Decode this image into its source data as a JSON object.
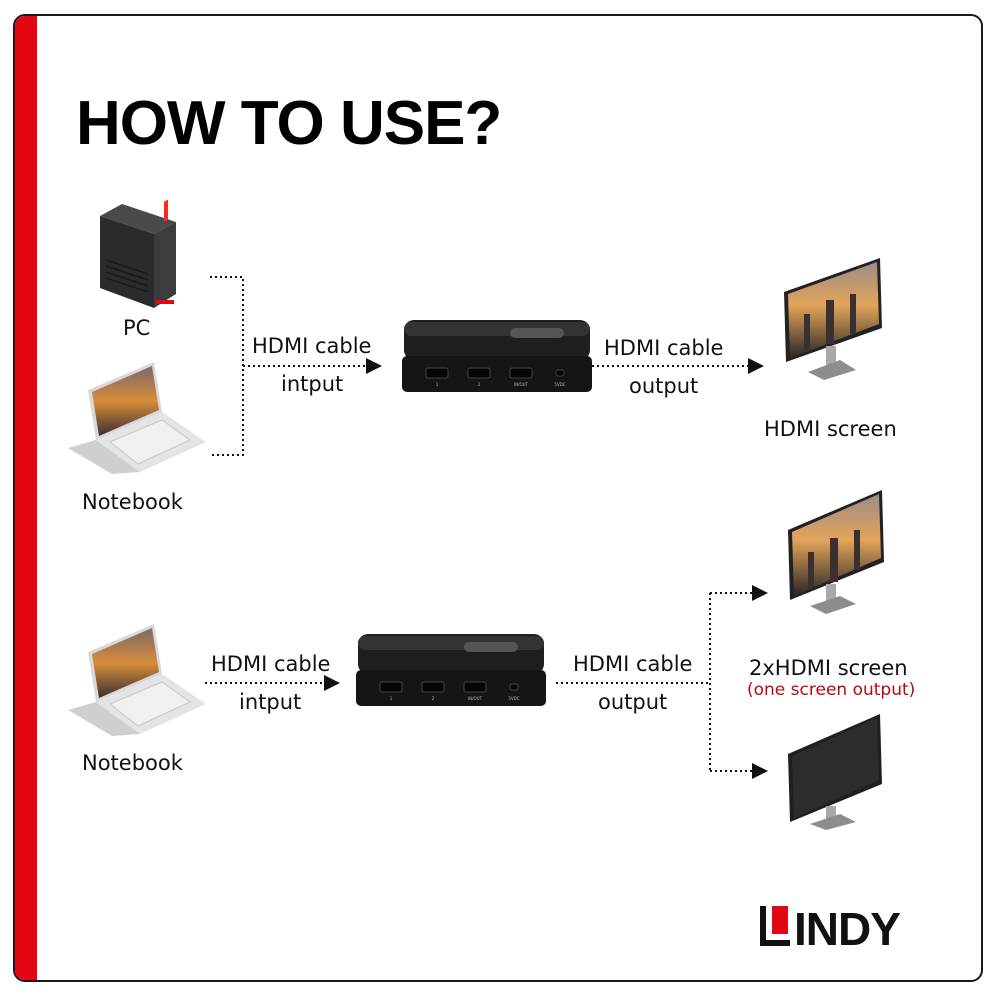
{
  "title": "HOW TO USE?",
  "scenario1": {
    "source1": "PC",
    "source2": "Notebook",
    "cable_in_line1": "HDMI cable",
    "cable_in_line2": "intput",
    "cable_out_line1": "HDMI cable",
    "cable_out_line2": "output",
    "target": "HDMI screen",
    "switch_ports": [
      "1",
      "2",
      "IN/OUT",
      "5VDC"
    ]
  },
  "scenario2": {
    "source": "Notebook",
    "cable_in_line1": "HDMI cable",
    "cable_in_line2": "intput",
    "cable_out_line1": "HDMI cable",
    "cable_out_line2": "output",
    "target_line1": "2xHDMI screen",
    "target_line2": "(one screen output)",
    "switch_ports": [
      "1",
      "2",
      "IN/OUT",
      "5VDC"
    ]
  },
  "logo": {
    "text": "LINDY"
  },
  "colors": {
    "accent": "#e30613",
    "note": "#b40a10"
  }
}
